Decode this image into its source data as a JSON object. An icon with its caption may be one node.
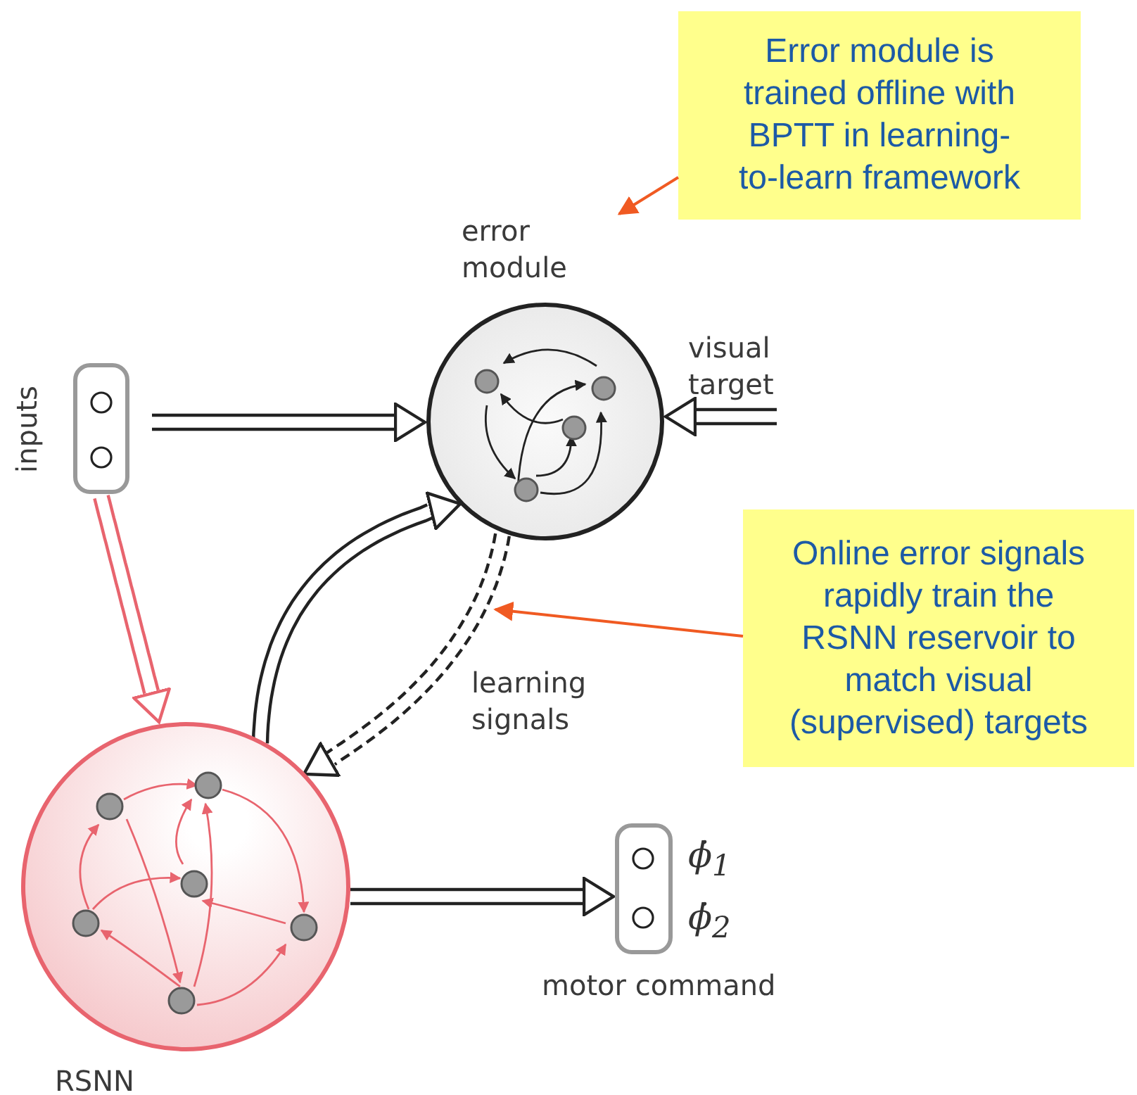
{
  "diagram": {
    "nodes": [
      {
        "text": [
          "inputs"
        ]
      },
      {
        "text": [
          "error module"
        ]
      },
      {
        "text": [
          "RSNN"
        ]
      },
      {
        "text": [
          "motor command"
        ],
        "beside": [
          "ϕ̇$_{1}$",
          "ϕ̇$_{2}$"
        ]
      },
      {
        "text": [
          "Error module is trained offline with BPTT in learning-to-learn framework"
        ]
      },
      {
        "text": [
          "Online error signals rapidly train the RSNN reservoir to match visual (supervised) targets"
        ]
      },
      {
        "text": [
          "visual target"
        ]
      }
    ],
    "edges": [
      {
        "from": 0,
        "to": 1,
        "arrow": "to"
      },
      {
        "from": 6,
        "to": 1,
        "arrow": "to"
      },
      {
        "from": 0,
        "to": 2,
        "arrow": "to",
        "color": "#e8646e"
      },
      {
        "from": 2,
        "to": 1,
        "arrow": "to"
      },
      {
        "from": 1,
        "to": 2,
        "arrow": "to",
        "style": "dashed",
        "label": "learning signals"
      },
      {
        "from": 2,
        "to": 3,
        "arrow": "to"
      },
      {
        "from": 4,
        "to": 1,
        "arrow": "to",
        "color": "#f05a22"
      },
      {
        "from": 5,
        "to": null,
        "arrow": "to",
        "color": "#f05a22"
      }
    ]
  }
}
